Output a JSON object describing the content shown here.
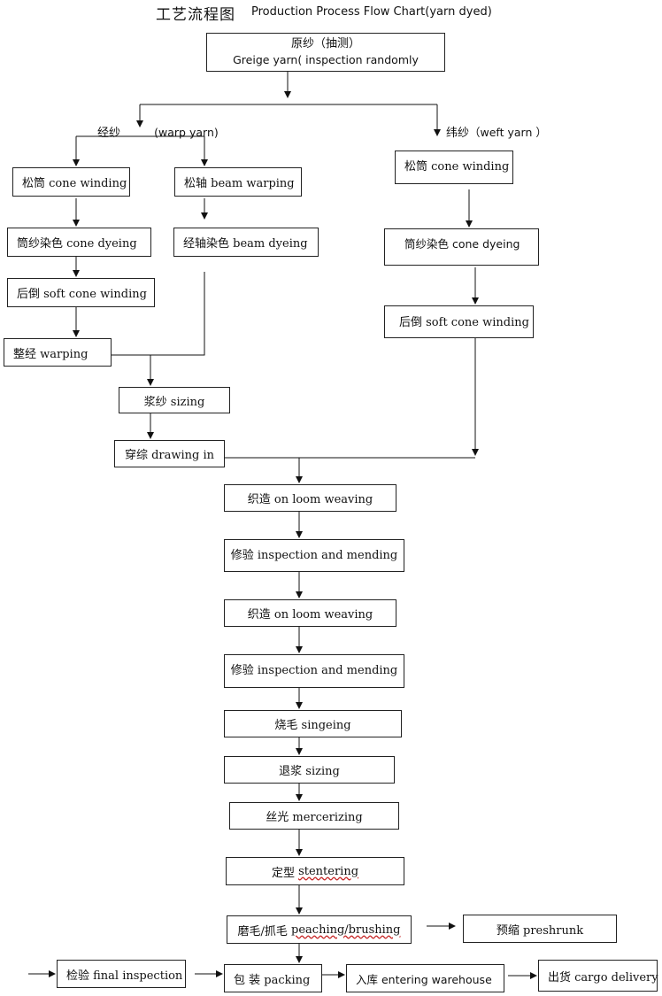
{
  "title": {
    "cn": "工艺流程图",
    "en": "Production Process Flow Chart(yarn dyed)"
  },
  "root": {
    "cn": "原纱（抽测）",
    "en": "Greige yarn( inspection randomly"
  },
  "branches": {
    "warp": {
      "cn": "经纱",
      "en": "(warp yarn)"
    },
    "weft": {
      "cn": "纬纱",
      "en": "（weft yarn ）"
    }
  },
  "steps": {
    "warp_cone_winding": "松筒 cone winding",
    "beam_warping": "松轴 beam warping",
    "warp_cone_dyeing": "筒纱染色 cone dyeing",
    "beam_dyeing": "经轴染色 beam dyeing",
    "warp_soft_cone_winding": "后倒 soft cone winding",
    "warping": "整经 warping",
    "sizing": "浆纱 sizing",
    "drawing_in": "穿综 drawing in",
    "weft_cone_winding": "松筒 cone winding",
    "weft_cone_dyeing": "筒纱染色 cone dyeing",
    "weft_soft_cone_winding": "后倒 soft cone winding",
    "loom_weaving_1": "织造 on loom weaving",
    "inspection_mending_1": "修验 inspection and mending",
    "loom_weaving_2": "织造 on loom weaving",
    "inspection_mending_2": "修验 inspection and mending",
    "singeing": "烧毛 singeing",
    "desizing": "退浆 sizing",
    "mercerizing": "丝光  mercerizing",
    "stentering_cn": "定型",
    "stentering_en": "stentering",
    "peaching_cn": "磨毛/抓毛",
    "peaching_en": "peaching/brushing",
    "preshrunk": "预缩 preshrunk",
    "final_inspection": "检验 final inspection",
    "packing": "包  装 packing",
    "warehouse": "入库 entering warehouse",
    "cargo_delivery": "出货 cargo delivery"
  }
}
